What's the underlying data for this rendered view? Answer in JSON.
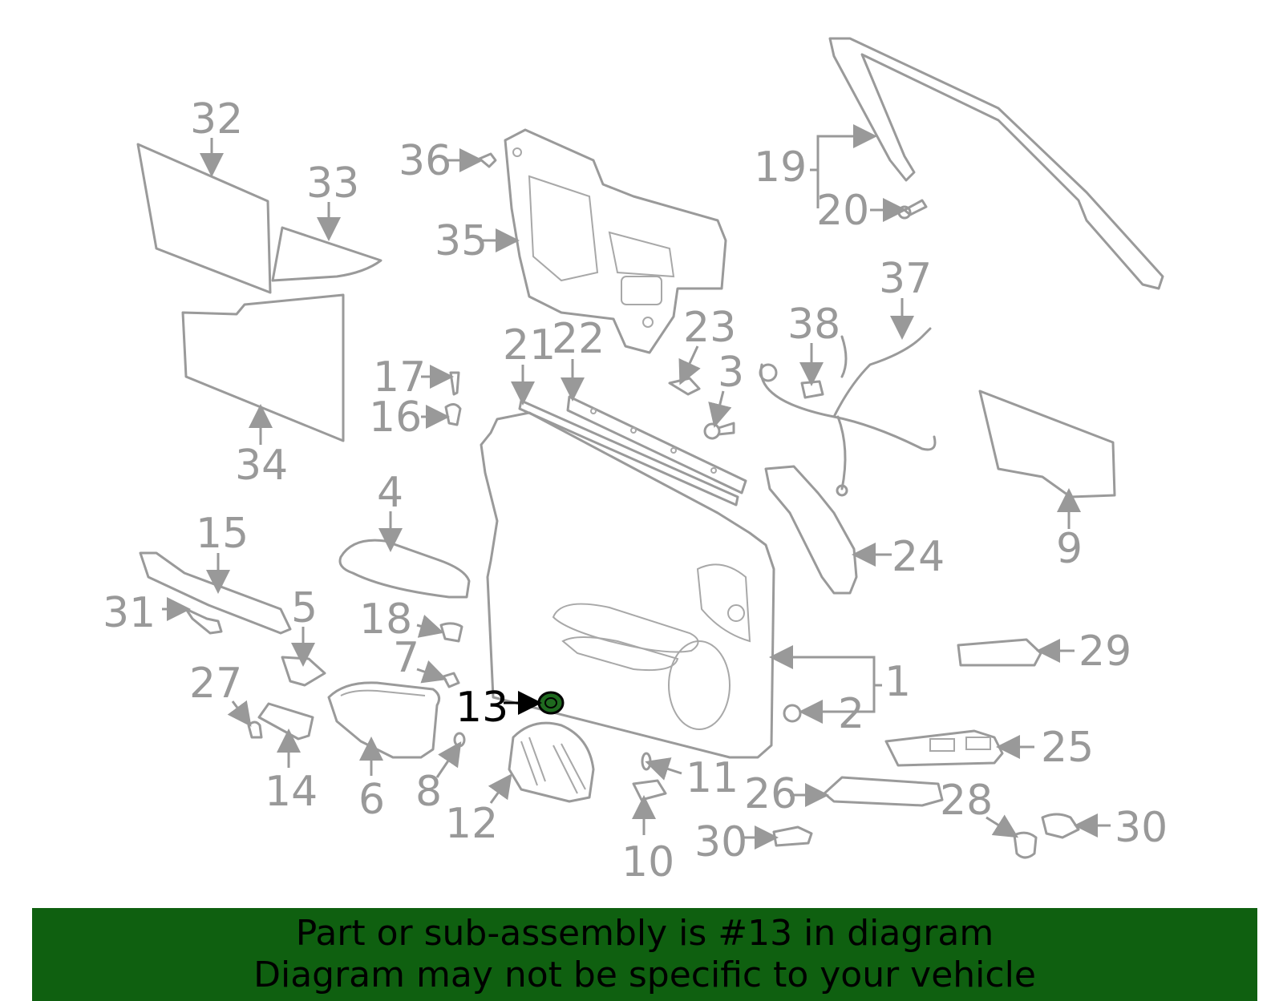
{
  "callouts": [
    "32",
    "33",
    "34",
    "36",
    "35",
    "21",
    "22",
    "23",
    "3",
    "17",
    "16",
    "19",
    "20",
    "37",
    "38",
    "9",
    "24",
    "4",
    "15",
    "31",
    "5",
    "18",
    "7",
    "27",
    "14",
    "6",
    "8",
    "13",
    "12",
    "11",
    "10",
    "1",
    "2",
    "29",
    "25",
    "26",
    "28",
    "30",
    "30"
  ],
  "highlight_callout": "13",
  "banner": {
    "line1": "Part or sub-assembly is #13 in diagram",
    "line2": "Diagram may not be specific to your vehicle"
  },
  "colors": {
    "banner_bg": "#0f6010",
    "part_stroke": "#9a9a9a",
    "label": "#999999",
    "highlight": "#000000",
    "highlight_fill": "#1f6a1f"
  }
}
